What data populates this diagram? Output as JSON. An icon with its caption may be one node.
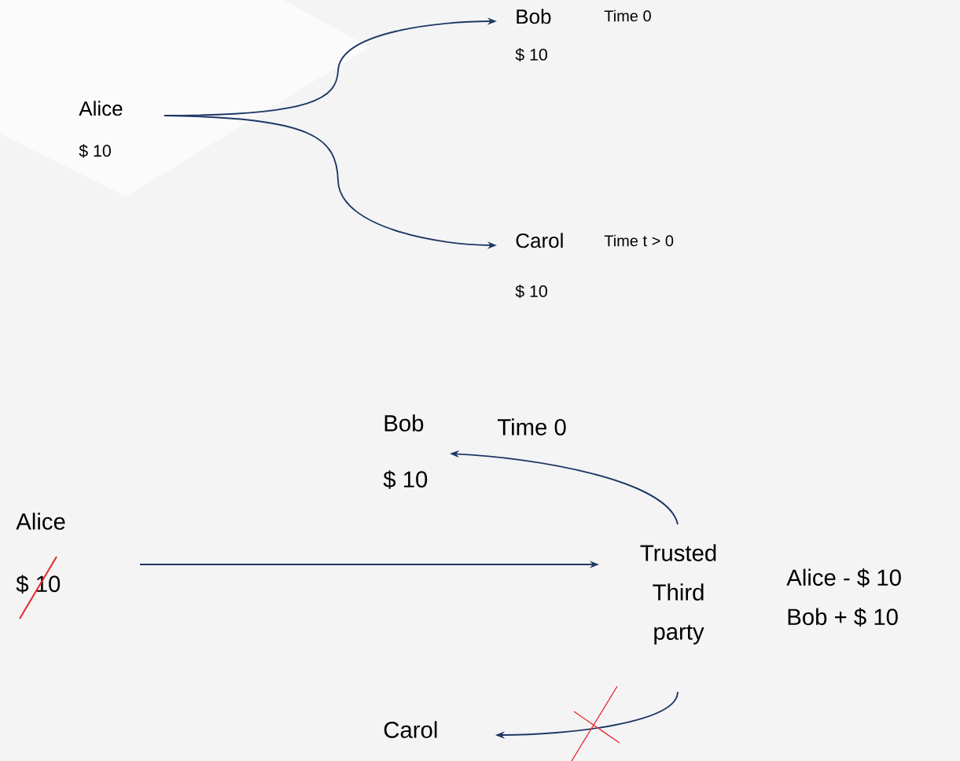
{
  "diagram": {
    "nodes": [
      {
        "text": [
          "Alice",
          "$ 10"
        ]
      },
      {
        "text": [
          "Bob",
          "$ 10"
        ],
        "beside": [
          "Time 0"
        ]
      },
      {
        "text": [
          "Carol",
          "$ 10"
        ],
        "beside": [
          "Time t > 0"
        ]
      },
      {
        "text": [
          "Bob",
          "$ 10"
        ],
        "beside": [
          "Time 0"
        ]
      },
      {
        "text": [
          "Alice",
          "$ 10"
        ]
      },
      {
        "text": [
          "Trusted Third party"
        ],
        "beside": [
          "Alice - $ 10",
          "Bob  + $ 10"
        ]
      },
      {
        "text": [
          "Carol"
        ]
      }
    ],
    "edges": [
      {
        "from": 0,
        "to": 1,
        "arrow": "to"
      },
      {
        "from": 0,
        "to": 2,
        "arrow": "to"
      },
      {
        "from": 4,
        "to": 5,
        "arrow": "to"
      },
      {
        "from": 5,
        "to": 3,
        "arrow": "to"
      },
      {
        "from": 5,
        "to": 6,
        "arrow": "to"
      }
    ]
  }
}
